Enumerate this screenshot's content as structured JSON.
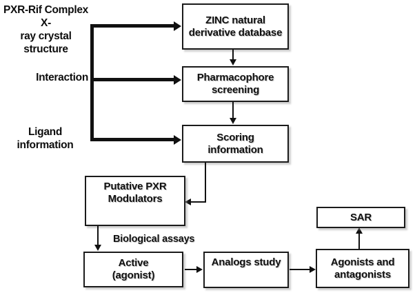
{
  "figure": {
    "kind": "flowchart",
    "title": "",
    "background_color": "#ffffff",
    "line_color": "#111111",
    "box_border_color": "#1a1a1a",
    "text_color": "#111111"
  },
  "inputs": [
    {
      "id": "input-structure",
      "text": "PXR-Rif Complex X-\nray crystal\nstructure"
    },
    {
      "id": "input-interaction",
      "text": "Interaction"
    },
    {
      "id": "input-ligand",
      "text": "Ligand\ninformation"
    }
  ],
  "nodes": [
    {
      "id": "zinc",
      "line1": "ZINC natural",
      "line2": "derivative database"
    },
    {
      "id": "pharmacophore",
      "line1": "Pharmacophore",
      "line2": "screening"
    },
    {
      "id": "scoring",
      "line1": "Scoring",
      "line2": "information"
    },
    {
      "id": "modulators",
      "line1": "Putative PXR",
      "line2": "Modulators"
    },
    {
      "id": "active",
      "line1": "Active",
      "line2": "(agonist)"
    },
    {
      "id": "analogs",
      "line1": "Analogs study",
      "line2": ""
    },
    {
      "id": "agonists",
      "line1": "Agonists and",
      "line2": "antagonists"
    },
    {
      "id": "sar",
      "line1": "SAR",
      "line2": ""
    }
  ],
  "edge_labels": [
    {
      "id": "biological-assays",
      "text": "Biological assays"
    }
  ],
  "edges": [
    {
      "from": "input-structure",
      "to": "zinc",
      "style": "thick"
    },
    {
      "from": "input-interaction",
      "to": "pharmacophore",
      "style": "thick"
    },
    {
      "from": "input-ligand",
      "to": "scoring",
      "style": "thick"
    },
    {
      "from": "zinc",
      "to": "pharmacophore",
      "style": "thin"
    },
    {
      "from": "pharmacophore",
      "to": "scoring",
      "style": "thin"
    },
    {
      "from": "scoring",
      "to": "modulators",
      "style": "thin"
    },
    {
      "from": "modulators",
      "to": "active",
      "style": "thin",
      "label": "Biological assays"
    },
    {
      "from": "active",
      "to": "analogs",
      "style": "thin"
    },
    {
      "from": "analogs",
      "to": "agonists",
      "style": "thin"
    },
    {
      "from": "agonists",
      "to": "sar",
      "style": "thin"
    }
  ]
}
